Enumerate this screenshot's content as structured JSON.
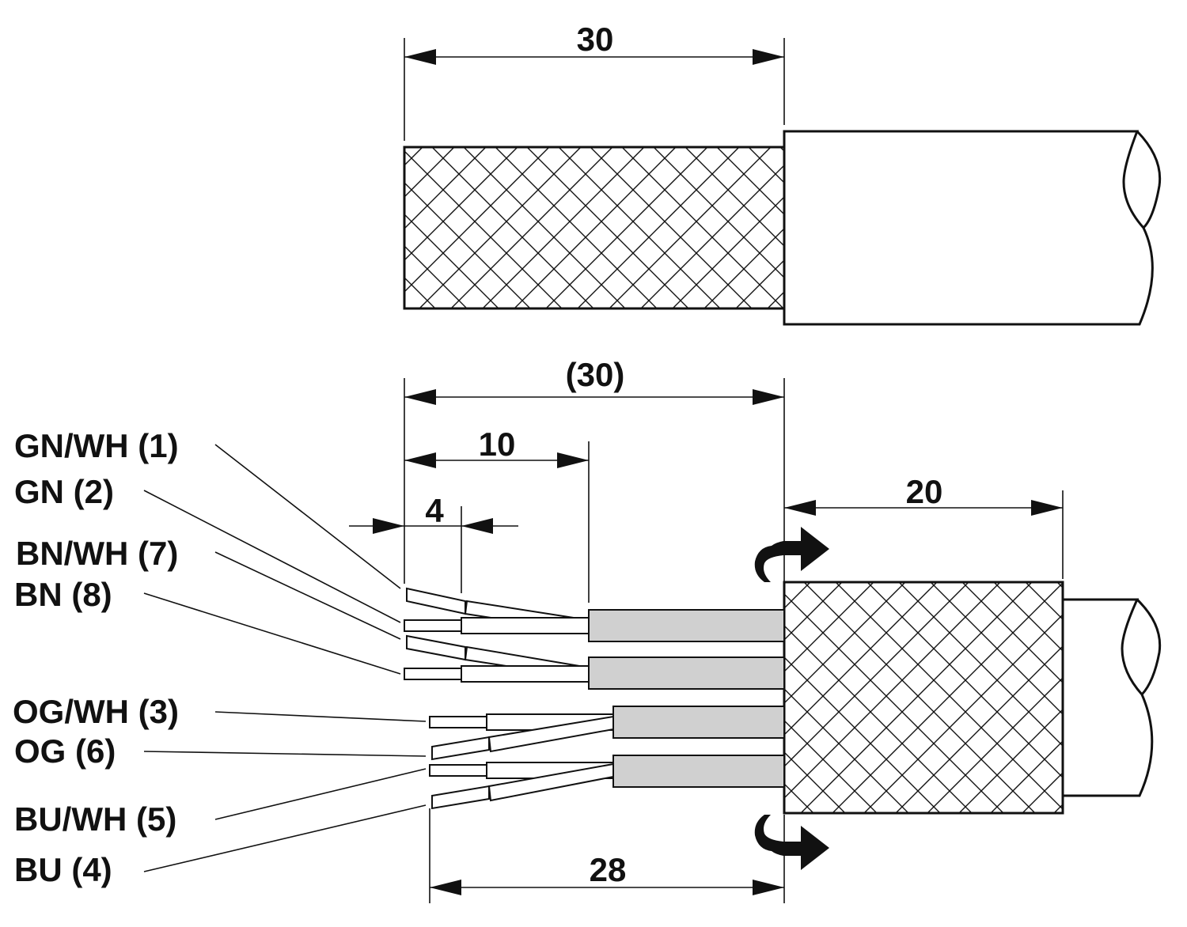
{
  "dimensions": {
    "top_strip": "30",
    "bottom_total": "(30)",
    "pair_untwist": "10",
    "strip_end": "4",
    "shield_fold": "20",
    "wire_length": "28"
  },
  "wires": [
    {
      "label": "GN/WH (1)"
    },
    {
      "label": "GN (2)"
    },
    {
      "label": "BN/WH (7)"
    },
    {
      "label": "BN (8)"
    },
    {
      "label": "OG/WH (3)"
    },
    {
      "label": "OG (6)"
    },
    {
      "label": "BU/WH (5)"
    },
    {
      "label": "BU (4)"
    }
  ],
  "colors": {
    "line": "#111111",
    "pair_fill": "#d0d0d0",
    "background": "#ffffff"
  },
  "icons": {
    "fold_arrow": "fold-back-arrow-icon",
    "braid": "braided-shield-icon"
  }
}
